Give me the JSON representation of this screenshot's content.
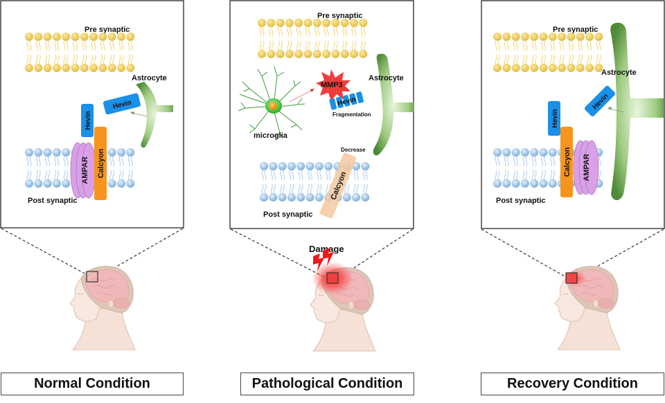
{
  "panels": [
    {
      "id": "normal",
      "labels": {
        "pre": "Pre synaptic",
        "post": "Post synaptic",
        "astrocyte": "Astrocyte",
        "hevin_free": "Hevin",
        "hevin_bound": "Hevin",
        "calcyon": "Calcyon",
        "ampar": "AMPAR"
      },
      "condition": "Normal Condition"
    },
    {
      "id": "pathological",
      "labels": {
        "pre": "Pre synaptic",
        "post": "Post synaptic",
        "astrocyte": "Astrocyte",
        "microglia": "microglia",
        "mmp3": "MMP3",
        "hevin": "Hevin",
        "fragmentation": "Fragmentation",
        "decrease": "Decrease",
        "calcyon": "Calcyon",
        "damage": "Damage"
      },
      "condition": "Pathological Condition"
    },
    {
      "id": "recovery",
      "labels": {
        "pre": "Pre synaptic",
        "post": "Post synaptic",
        "astrocyte": "Astrocyte",
        "hevin_free": "Hevin",
        "hevin_bound": "Hevin",
        "calcyon": "Calcyon",
        "ampar": "AMPAR"
      },
      "condition": "Recovery Condition"
    }
  ],
  "colors": {
    "pre_membrane": "#e8c84a",
    "post_membrane": "#8fb8e0",
    "hevin": "#1a90e8",
    "calcyon": "#f7941d",
    "calcyon_faded": "#f5c9a0",
    "ampar": "#d9a0e8",
    "astrocyte": "#5e9a44",
    "microglia": "#3cb83c",
    "mmp3": "#f03c3c",
    "damage": "#f02020"
  }
}
